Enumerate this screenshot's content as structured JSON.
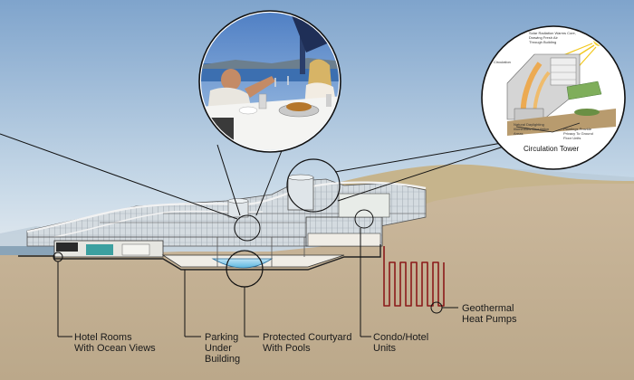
{
  "callouts": {
    "hotel_rooms": "Hotel Rooms\nWith Ocean Views",
    "parking": "Parking\nUnder\nBuilding",
    "courtyard": "Protected Courtyard\nWith Pools",
    "condo": "Condo/Hotel\nUnits",
    "geothermal": "Geothermal\nHeat Pumps"
  },
  "inset_tower": {
    "title": "Circulation Tower",
    "note_solar": "Solar Radiation Warms Core,\nDrawing Fresh Air\nThrough Building",
    "note_circulation": "Circulation",
    "note_daylight": "Natural Daylighting\nIlluminates Circulation\nAreas",
    "note_plantings": "Plantings Provide\nPrivacy To Ground\nFloor Units"
  },
  "colors": {
    "sky_top": "#7fa4cc",
    "sky_bottom": "#d7e4ef",
    "ground": "#c4b195",
    "pipe": "#8b1a1a"
  }
}
